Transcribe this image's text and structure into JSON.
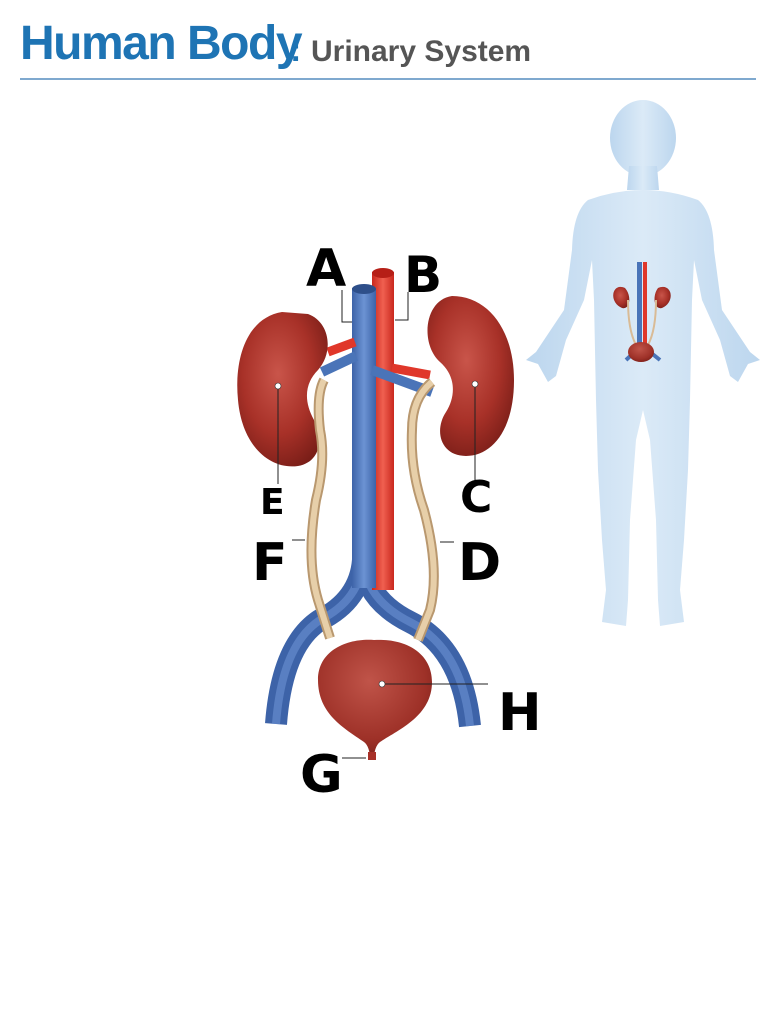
{
  "header": {
    "title": "Human Body",
    "separator": ":",
    "subtitle": "Urinary System"
  },
  "labels": {
    "A": "A",
    "B": "B",
    "C": "C",
    "D": "D",
    "E": "E",
    "F": "F",
    "G": "G",
    "H": "H"
  },
  "colors": {
    "title_blue": "#1e74b4",
    "subtitle_gray": "#555555",
    "vein_blue": "#4a74b8",
    "artery_red": "#e0372a",
    "organ_red": "#a8322a",
    "ureter_tan": "#d9bb96",
    "silhouette": "#cfe2f3"
  }
}
